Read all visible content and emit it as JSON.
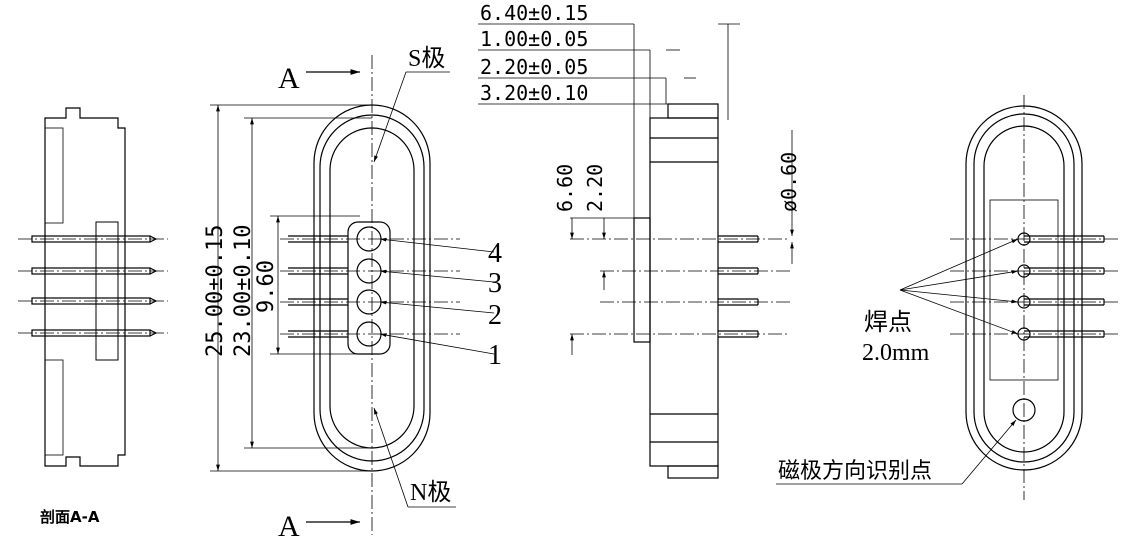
{
  "section": {
    "caption": "剖面A-A",
    "cut_label_top": "A",
    "cut_label_bottom": "A"
  },
  "front_view": {
    "s_pole_label": "S极",
    "n_pole_label": "N极",
    "dim_overall_length": "25.00±0.15",
    "dim_inner_length": "23.00±0.10",
    "dim_pin_span": "9.60",
    "pin_numbers": [
      "4",
      "3",
      "2",
      "1"
    ]
  },
  "side_view": {
    "dim_1": "6.40±0.15",
    "dim_2": "1.00±0.05",
    "dim_3": "2.20±0.05",
    "dim_4": "3.20±0.10",
    "dim_offset_a": "6.60",
    "dim_offset_b": "2.20",
    "dim_pin_diameter": "ø0.60"
  },
  "back_view": {
    "solder_label": "焊点",
    "solder_size": "2.0mm",
    "polarity_mark_label": "磁极方向识别点"
  }
}
